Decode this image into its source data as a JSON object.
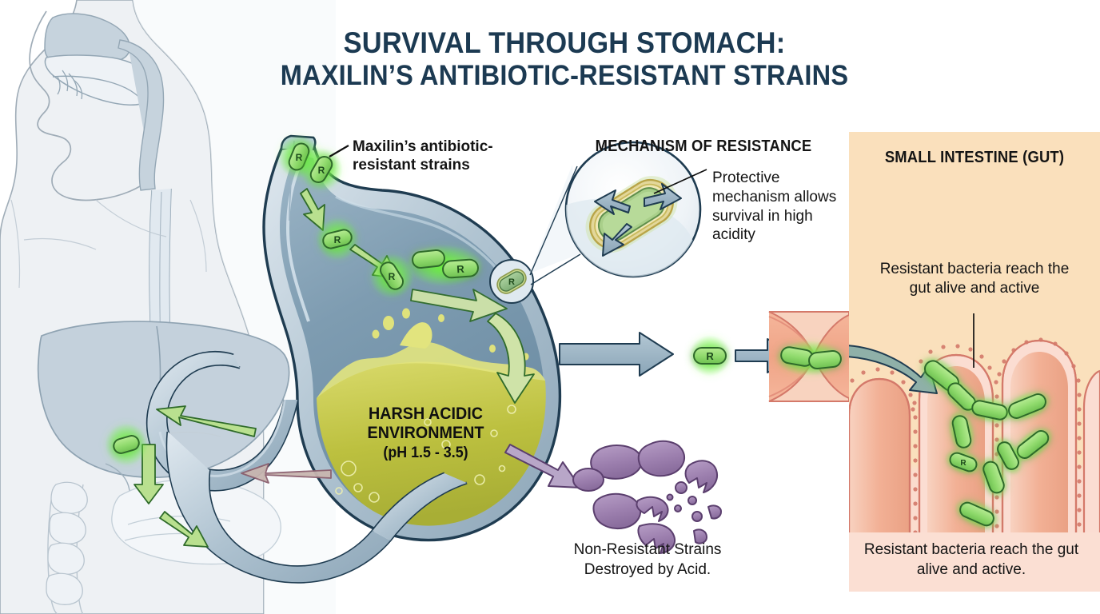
{
  "title": {
    "line1": "SURVIVAL THROUGH STOMACH:",
    "line2": "MAXILIN’S ANTIBIOTIC-RESISTANT STRAINS",
    "color": "#1c3a52"
  },
  "labels": {
    "strains": "Maxilin’s antibiotic-resistant strains",
    "mechanism_header": "MECHANISM OF RESISTANCE",
    "protective": "Protective mechanism allows survival in high acidity",
    "acid_title": "HARSH ACIDIC ENVIRONMENT",
    "acid_ph": "(pH 1.5 - 3.5)",
    "gut_header": "SMALL INTESTINE (GUT)",
    "gut_note": "Resistant bacteria reach the gut alive and active",
    "caption_destroyed": "Non-Resistant Strains Destroyed by Acid.",
    "caption_gut": "Resistant bacteria reach the gut alive and active."
  },
  "bacteria_marker": "R",
  "colors": {
    "title_navy": "#1c3a52",
    "body_silhouette": "#eef1f4",
    "body_outline": "#9aa8b4",
    "organ_fill": "#c4d1dc",
    "stomach_wall": "#1f3c51",
    "stomach_lumen": "#7f9cb0",
    "stomach_inner_light": "#cfdde7",
    "acid_olive": "#b7bc3d",
    "acid_olive_light": "#d6d86a",
    "bacteria_green": "#8ed96b",
    "bacteria_glow": "#6dfa3a",
    "bacteria_outline": "#2f6b2a",
    "dead_purple": "#9c7fae",
    "dead_purple_outline": "#5b3f6e",
    "gut_panel": "#fae0bc",
    "gut_panel_caption": "#fbdfd3",
    "villi_fill": "#f3b79c",
    "villi_outline": "#d4796a",
    "villi_inner": "#fbddd2",
    "arrow_steel": "#93adbd",
    "arrow_green": "#b9e08f"
  }
}
